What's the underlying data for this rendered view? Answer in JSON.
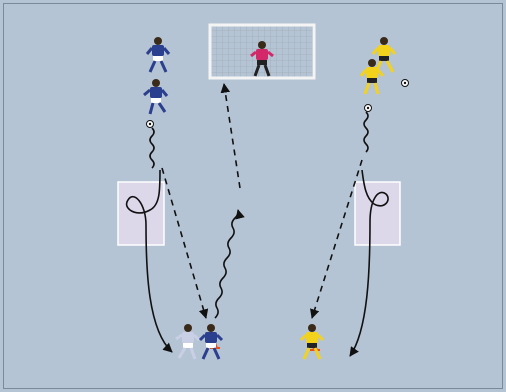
{
  "diagram": {
    "kind": "soccer-drill",
    "colors": {
      "pitch": "#b5c4d4",
      "frame": "#7a8a9c",
      "line": "#111111",
      "blue_team_shirt": "#2b3f8f",
      "yellow_team_shirt": "#f2d21c",
      "goalkeeper_shirt": "#d2286a",
      "cone": "#e8501d",
      "zone_fill": "#dcd8ea"
    },
    "elements": {
      "goal": "goal-with-net",
      "goalkeeper": "goalkeeper",
      "blue_players_start": 2,
      "yellow_players_start": 2,
      "zones": 2,
      "cones": 3,
      "balls": 3
    }
  }
}
